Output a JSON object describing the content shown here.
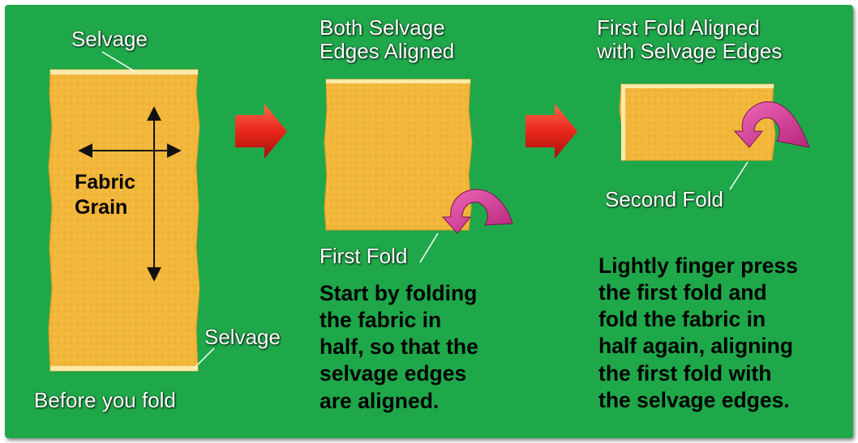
{
  "panel1": {
    "top_label": "Selvage",
    "bottom_label": "Selvage",
    "grain_line1": "Fabric",
    "grain_line2": "Grain",
    "caption": "Before you fold"
  },
  "panel2": {
    "heading_line1": "Both Selvage",
    "heading_line2": "Edges Aligned",
    "fold_label": "First Fold",
    "instructions": [
      "Start by folding",
      "the fabric in",
      "half, so that the",
      "selvage edges",
      "are aligned."
    ]
  },
  "panel3": {
    "heading_line1": "First Fold Aligned",
    "heading_line2": "with Selvage Edges",
    "fold_label": "Second Fold",
    "instructions": [
      "Lightly finger press",
      "the first fold and",
      "fold the fabric in",
      "half again, aligning",
      "the first fold with",
      "the selvage edges."
    ]
  },
  "colors": {
    "background": "#1fa84a",
    "fabric": "#f2b63a",
    "fabric_edge": "#ffe9a8",
    "step_arrow": "#e8261c",
    "fold_arrow": "#d9439a"
  }
}
